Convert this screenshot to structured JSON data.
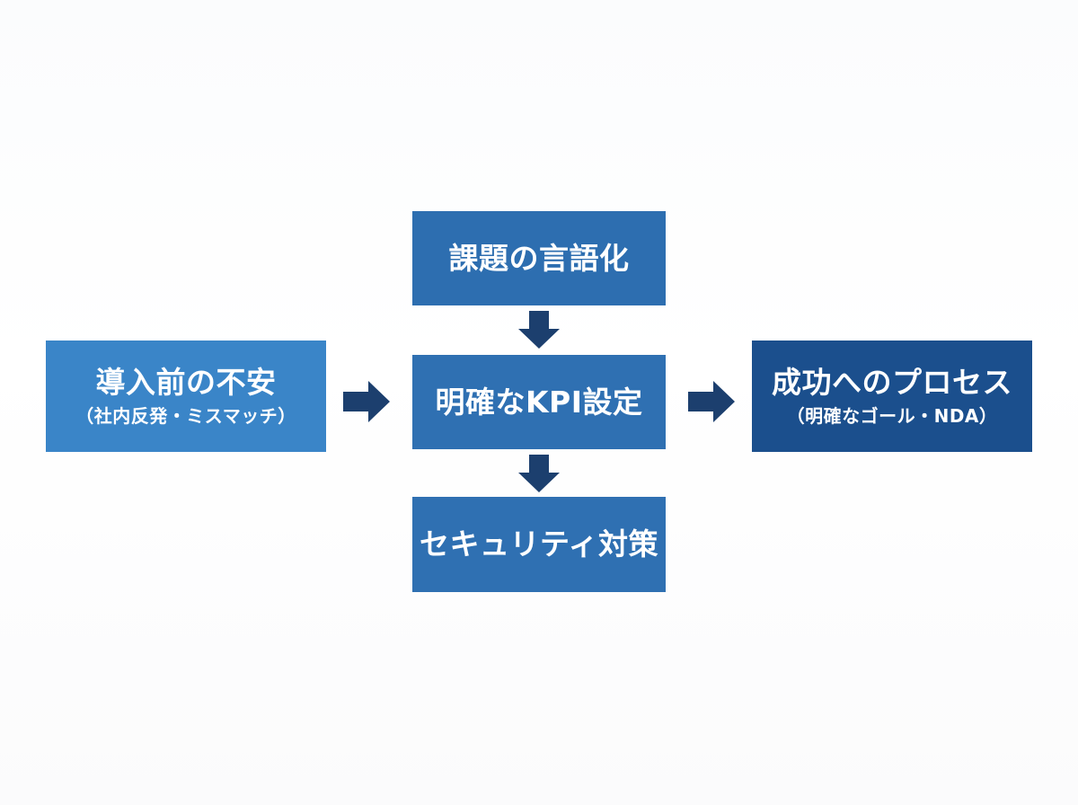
{
  "diagram": {
    "nodes": {
      "left": {
        "label": "導入前の不安",
        "sublabel": "（社内反発・ミスマッチ）"
      },
      "top": {
        "label": "課題の言語化"
      },
      "center": {
        "label": "明確なKPI設定"
      },
      "bottom": {
        "label": "セキュリティ対策"
      },
      "right": {
        "label": "成功へのプロセス",
        "sublabel": "（明確なゴール・NDA）"
      }
    },
    "colors": {
      "left_box": "#3a85c8",
      "top_box": "#2d6eb0",
      "center_box": "#2f70b2",
      "bottom_box": "#2f70b2",
      "right_box": "#1b4f8d",
      "arrow": "#1c3f6e",
      "text": "#ffffff"
    },
    "edges": [
      {
        "from": "left",
        "to": "center"
      },
      {
        "from": "top",
        "to": "center"
      },
      {
        "from": "center",
        "to": "bottom"
      },
      {
        "from": "center",
        "to": "right"
      }
    ]
  }
}
